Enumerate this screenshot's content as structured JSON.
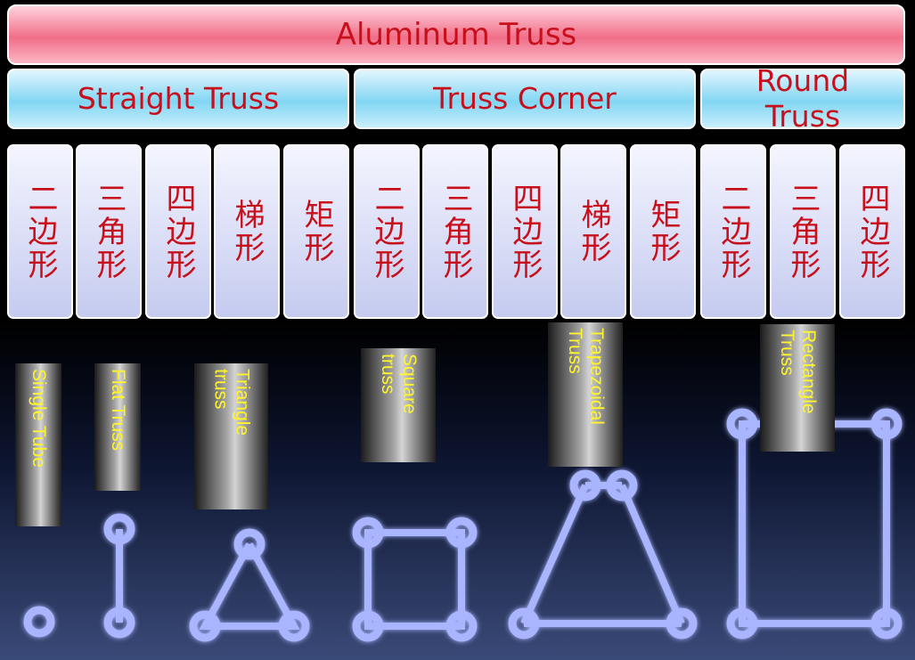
{
  "title": "Aluminum Truss",
  "categories": [
    {
      "label": "Straight Truss"
    },
    {
      "label": "Truss Corner"
    },
    {
      "label": "Round Truss"
    }
  ],
  "columns": [
    {
      "label": "二边形"
    },
    {
      "label": "三角形"
    },
    {
      "label": "四边形"
    },
    {
      "label": "梯形"
    },
    {
      "label": "矩形"
    },
    {
      "label": "二边形"
    },
    {
      "label": "三角形"
    },
    {
      "label": "四边形"
    },
    {
      "label": "梯形"
    },
    {
      "label": "矩形"
    },
    {
      "label": "二边形"
    },
    {
      "label": "三角形"
    },
    {
      "label": "四边形"
    }
  ],
  "shapes": [
    {
      "label": "Single Tube"
    },
    {
      "label": "Flat Truss"
    },
    {
      "label": "Triangle truss"
    },
    {
      "label": "Square truss"
    },
    {
      "label": "Trapezoidal Truss"
    },
    {
      "label": "Rectangle Truss"
    }
  ],
  "colors": {
    "label_red": "#c8101c",
    "tag_yellow": "#fff52a",
    "tube_blue": "#9fb0ff"
  }
}
